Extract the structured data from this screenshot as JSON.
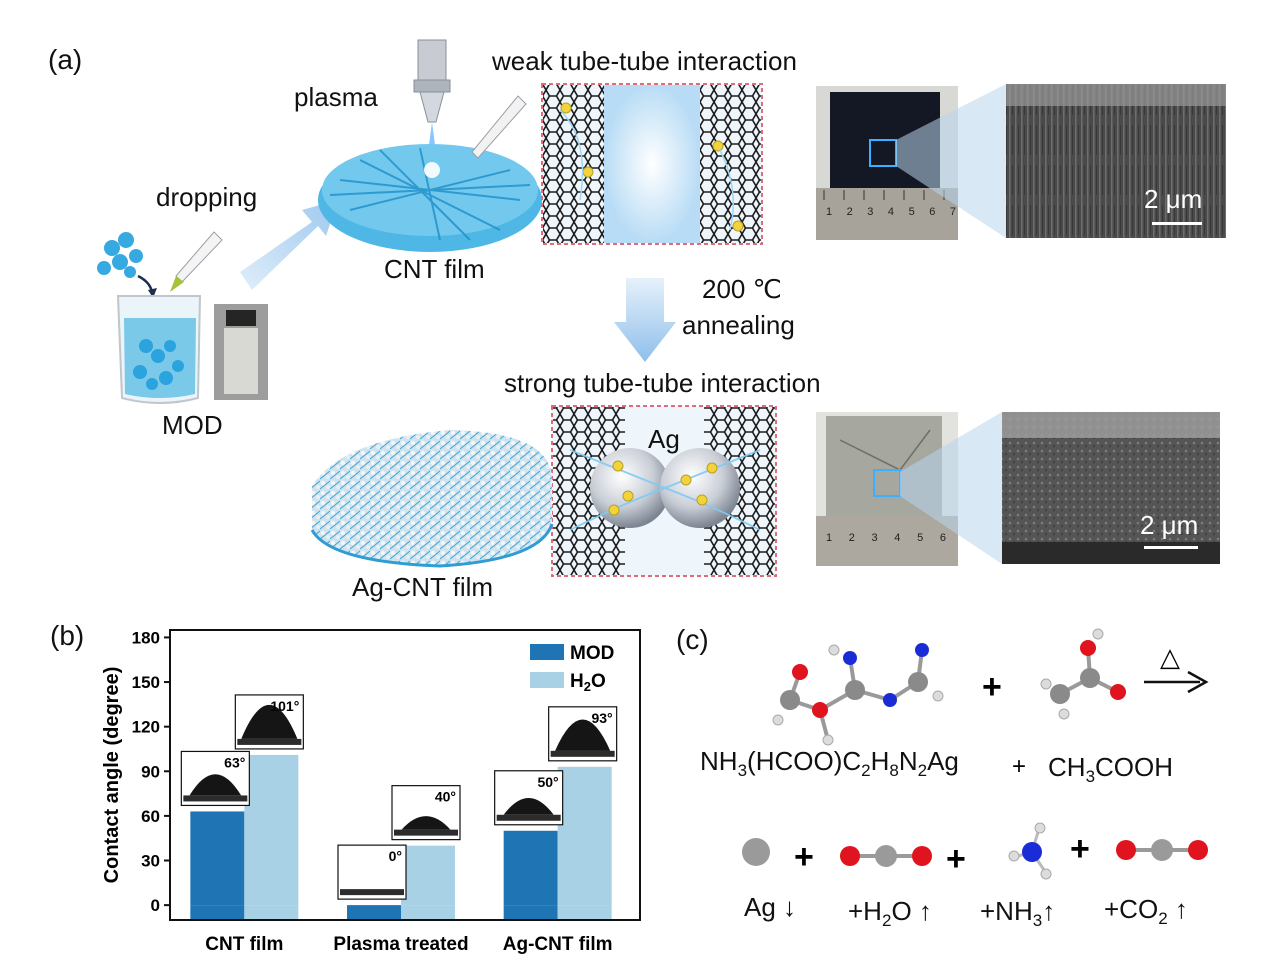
{
  "panel_a": {
    "letter": "(a)",
    "labels": {
      "plasma": "plasma",
      "dropping": "dropping",
      "cnt_film": "CNT film",
      "mod": "MOD",
      "weak": "weak tube-tube interaction",
      "strong": "strong tube-tube interaction",
      "anneal_temp": "200 ℃",
      "anneal": "annealing",
      "ag": "Ag",
      "ag_cnt_film": "Ag-CNT film",
      "scale_top": "2 μm",
      "scale_bottom": "2 μm"
    },
    "ruler_top": [
      "1",
      "2",
      "3",
      "4",
      "5",
      "6",
      "7"
    ],
    "ruler_bottom": [
      "1",
      "2",
      "3",
      "4",
      "5",
      "6"
    ]
  },
  "panel_b": {
    "letter": "(b)",
    "chart_data": {
      "type": "bar",
      "categories": [
        "CNT film",
        "Plasma treated",
        "Ag-CNT film"
      ],
      "series": [
        {
          "name": "MOD",
          "values": [
            63,
            0,
            50
          ],
          "color": "#1f74b4"
        },
        {
          "name": "H2O",
          "values": [
            101,
            40,
            93
          ],
          "color": "#a8d1e6"
        }
      ],
      "ylabel": "Contact angle (degree)",
      "ylim": [
        -10,
        185
      ],
      "yticks": [
        "0",
        "30",
        "60",
        "90",
        "120",
        "150",
        "180"
      ],
      "legend": "top-right",
      "annotations": [
        "63°",
        "101°",
        "0°",
        "40°",
        "50°",
        "93°"
      ]
    },
    "legend_mod": "MOD",
    "legend_h2o_main": "H",
    "legend_h2o_sub": "2",
    "legend_h2o_end": "O"
  },
  "panel_c": {
    "letter": "(c)",
    "delta": "△",
    "plus": "+",
    "reactant1": {
      "a": "NH",
      "b": "3",
      "c": "(HCOO)C",
      "d": "2",
      "e": "H",
      "f": "8",
      "g": "N",
      "h": "2",
      "i": "Ag"
    },
    "reactant2": {
      "a": "CH",
      "b": "3",
      "c": "COOH"
    },
    "product_ag": "Ag ↓",
    "product_h2o": {
      "a": "+H",
      "b": "2",
      "c": "O ↑"
    },
    "product_nh3": {
      "a": "+NH",
      "b": "3",
      "c": "↑"
    },
    "product_co2": {
      "a": "+CO",
      "b": "2",
      "c": " ↑"
    }
  },
  "colors": {
    "blue_dark": "#1f74b4",
    "blue_light": "#a8d1e6",
    "cnt_cyan": "#3bb3e6",
    "oxygen_red": "#e0141e",
    "nitrogen_blue": "#1a2cd6",
    "carbon_gray": "#8a8a8a"
  }
}
